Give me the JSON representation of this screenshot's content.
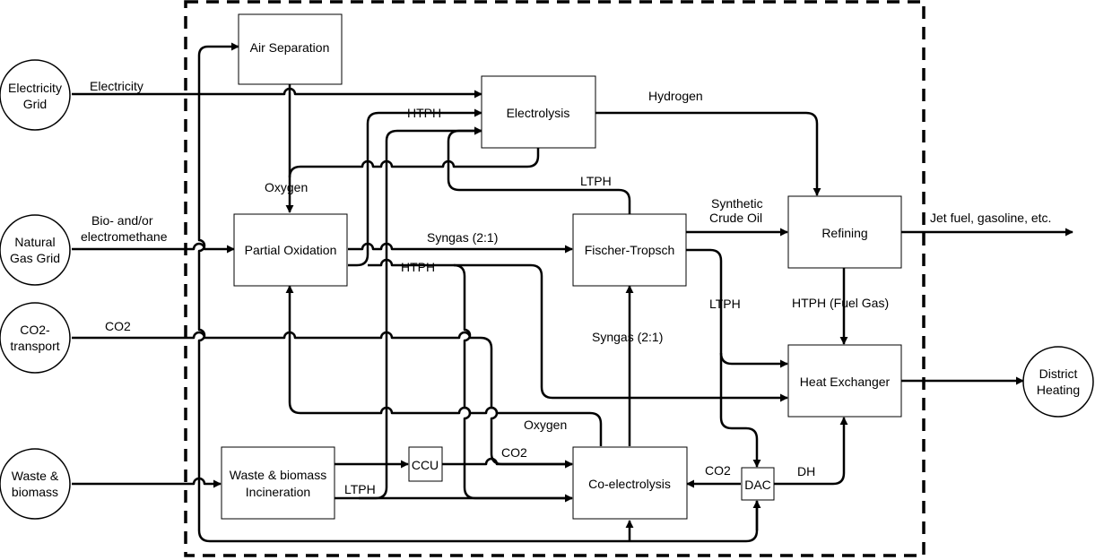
{
  "externals": {
    "electricity_grid": [
      "Electricity",
      "Grid"
    ],
    "natural_gas_grid": [
      "Natural",
      "Gas Grid"
    ],
    "co2_transport": [
      "CO2-",
      "transport"
    ],
    "waste_biomass": [
      "Waste &",
      "biomass"
    ],
    "district_heating": [
      "District",
      "Heating"
    ]
  },
  "processes": {
    "air_separation": "Air Separation",
    "electrolysis": "Electrolysis",
    "partial_oxidation": "Partial Oxidation",
    "fischer_tropsch": "Fischer-Tropsch",
    "refining": "Refining",
    "heat_exchanger": "Heat Exchanger",
    "waste_incineration": [
      "Waste & biomass",
      "Incineration"
    ],
    "ccu": "CCU",
    "co_electrolysis": "Co-electrolysis",
    "dac": "DAC"
  },
  "flows": {
    "electricity": "Electricity",
    "hydrogen": "Hydrogen",
    "htph_top": "HTPH",
    "oxygen_top": "Oxygen",
    "ltph_top": "LTPH",
    "biomethane": [
      "Bio- and/or",
      "electromethane"
    ],
    "syngas_horizontal": "Syngas (2:1)",
    "synthetic_crude": [
      "Synthetic",
      "Crude Oil"
    ],
    "jet_fuel": "Jet fuel, gasoline, etc.",
    "htph_mid": "HTPH",
    "ltph_right": "LTPH",
    "htph_fuel_gas": "HTPH (Fuel Gas)",
    "co2_transport_flow": "CO2",
    "syngas_vertical": "Syngas (2:1)",
    "oxygen_bottom": "Oxygen",
    "co2_ccu": "CO2",
    "co2_dac": "CO2",
    "dh": "DH",
    "ltph_bottom": "LTPH"
  }
}
